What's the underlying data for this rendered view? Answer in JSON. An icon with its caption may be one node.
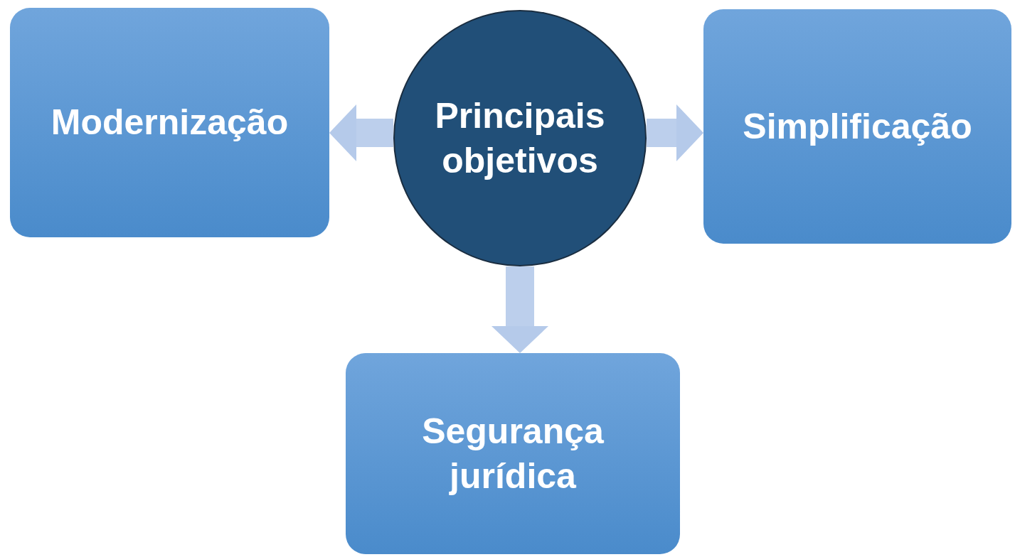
{
  "diagram": {
    "nodes": [
      {
        "text": [
          "Modernização"
        ]
      },
      {
        "text": [
          "Principais objetivos"
        ]
      },
      {
        "text": [
          "Simplificação"
        ]
      },
      {
        "text": [
          "Segurança jurídica"
        ]
      }
    ],
    "edges": [
      {
        "from": 1,
        "to": 0,
        "arrow": "to"
      },
      {
        "from": 1,
        "to": 2,
        "arrow": "to"
      },
      {
        "from": 1,
        "to": 3,
        "arrow": "to"
      }
    ]
  }
}
